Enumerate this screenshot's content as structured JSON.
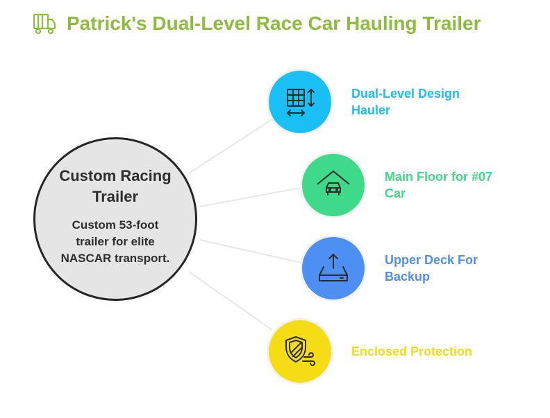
{
  "header": {
    "title": "Patrick's Dual-Level Race Car Hauling Trailer",
    "icon": "truck-trailer-icon",
    "color": "#8cbd3d"
  },
  "center": {
    "title": "Custom Racing Trailer",
    "description": "Custom 53-foot trailer for elite NASCAR transport.",
    "fill": "#e5e5e5",
    "border": "#262626"
  },
  "nodes": [
    {
      "label": "Dual-Level Design Hauler",
      "icon": "grid-resize-icon",
      "color": "#19bff5",
      "text_color": "#19bff5"
    },
    {
      "label": "Main Floor for #07 Car",
      "icon": "car-garage-icon",
      "color": "#3fd98a",
      "text_color": "#3fd98a"
    },
    {
      "label": "Upper Deck For Backup",
      "icon": "upload-tray-icon",
      "color": "#4d8ff2",
      "text_color": "#4d8ff2"
    },
    {
      "label": "Enclosed Protection",
      "icon": "shield-wind-icon",
      "color": "#f5dc14",
      "text_color": "#f5dc14"
    }
  ]
}
